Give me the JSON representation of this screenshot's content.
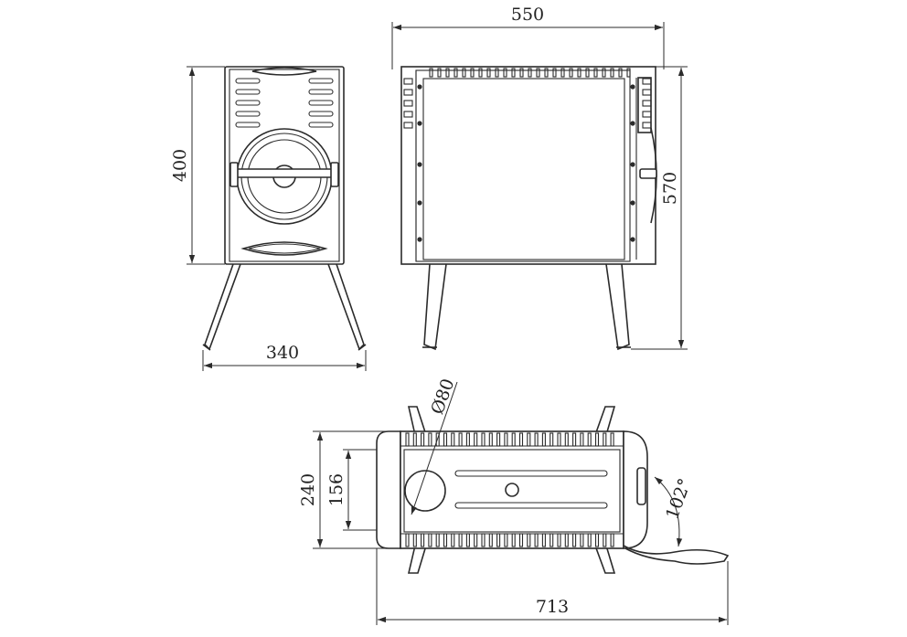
{
  "drawing": {
    "views": [
      "front-view",
      "side-view",
      "top-view"
    ],
    "line_color": "#2b2b2b",
    "background": "#ffffff"
  },
  "dimensions": {
    "top_width": "550",
    "front_height": "400",
    "side_height": "570",
    "front_leg_span": "340",
    "pipe_diameter": "Ø80",
    "top_depth": "240",
    "inner_depth": "156",
    "overall_length": "713",
    "door_angle": "102°"
  }
}
